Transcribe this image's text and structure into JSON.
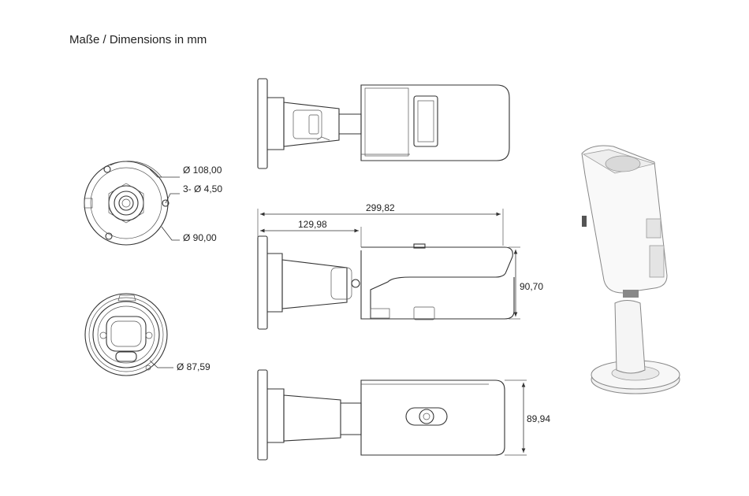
{
  "title": "Maße / Dimensions in mm",
  "dimensions": {
    "d_108": "Ø 108,00",
    "d_4_50": "3- Ø 4,50",
    "d_90": "Ø 90,00",
    "d_87_59": "Ø 87,59",
    "len_299": "299,82",
    "len_129": "129,98",
    "h_90_70": "90,70",
    "w_89_94": "89,94"
  }
}
